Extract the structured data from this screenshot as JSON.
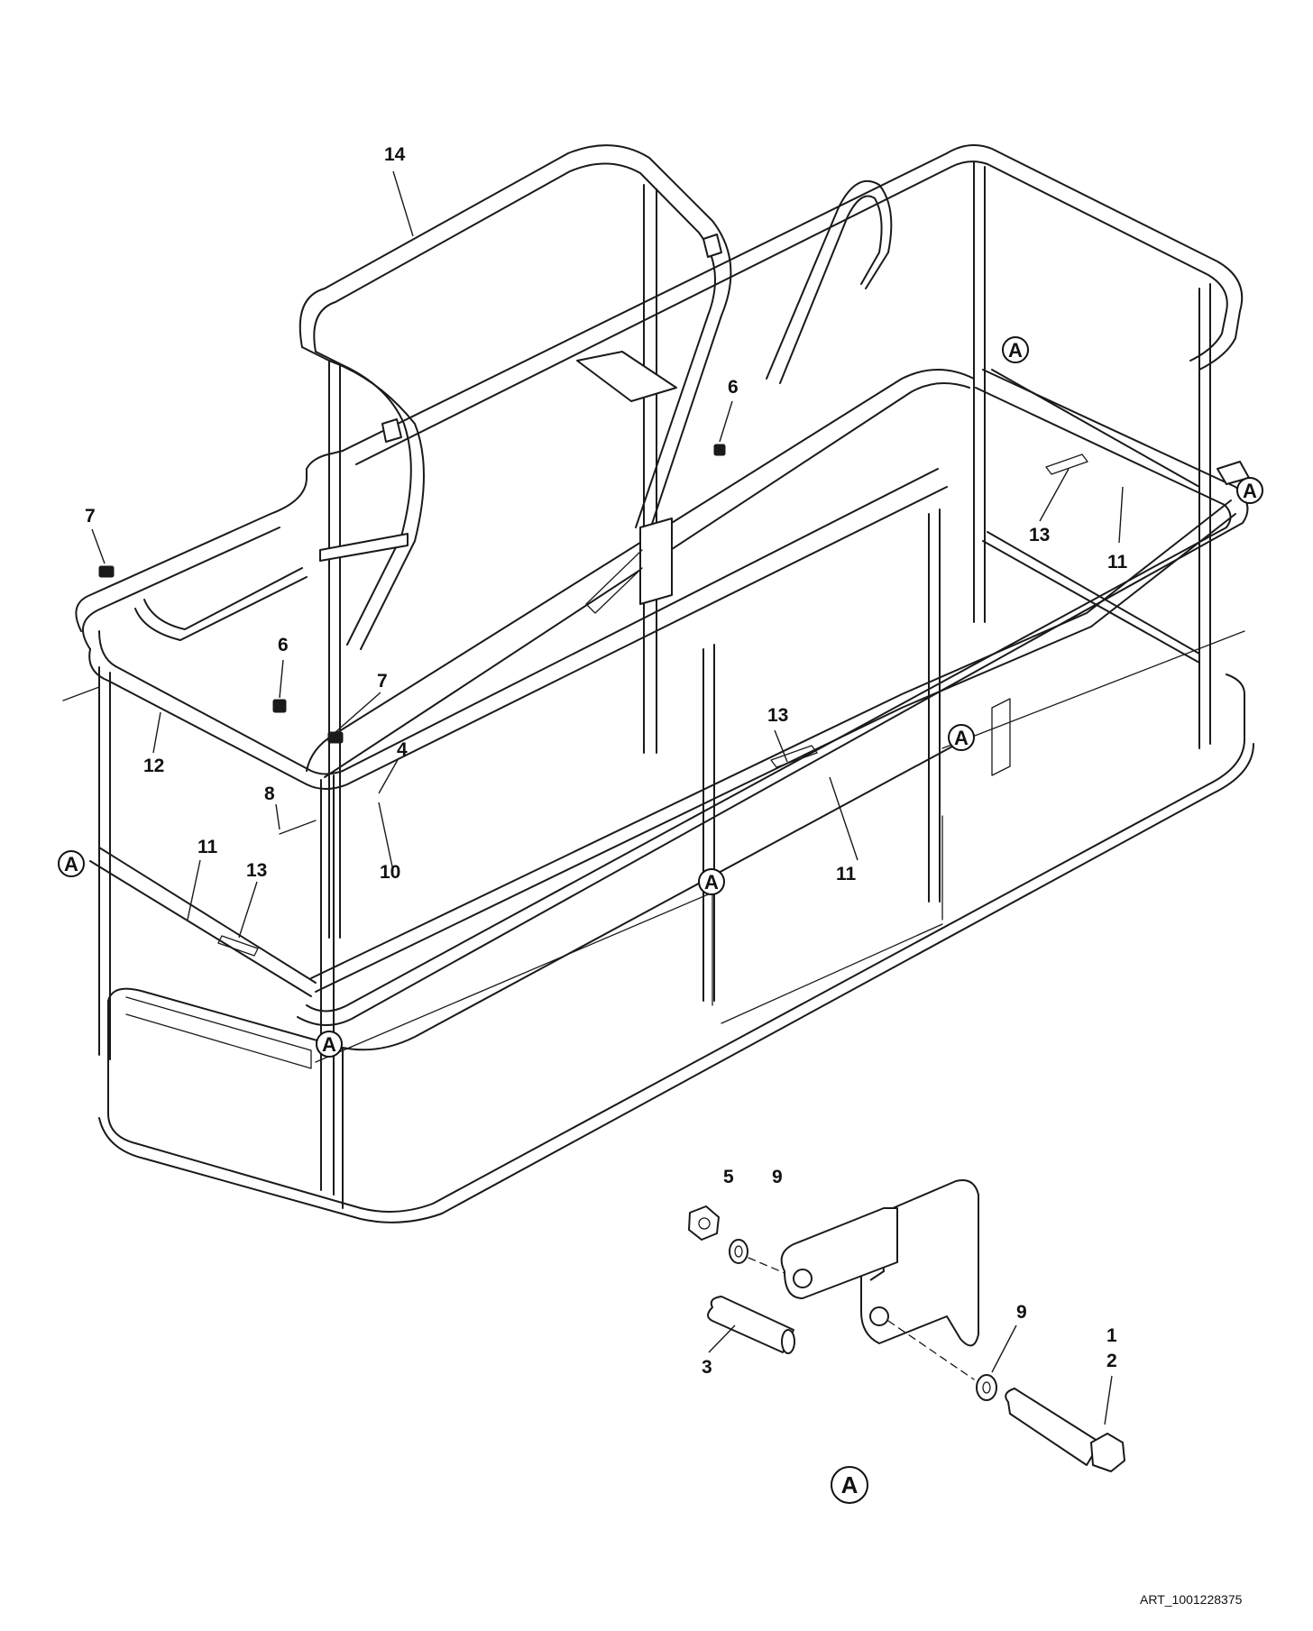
{
  "figure": {
    "art_number": "ART_1001228375",
    "callouts": [
      {
        "id": "c14",
        "text": "14"
      },
      {
        "id": "c6a",
        "text": "6"
      },
      {
        "id": "c6b",
        "text": "6"
      },
      {
        "id": "c7a",
        "text": "7"
      },
      {
        "id": "c7b",
        "text": "7"
      },
      {
        "id": "c13a",
        "text": "13"
      },
      {
        "id": "c13b",
        "text": "13"
      },
      {
        "id": "c13c",
        "text": "13"
      },
      {
        "id": "c11a",
        "text": "11"
      },
      {
        "id": "c11b",
        "text": "11"
      },
      {
        "id": "c11c",
        "text": "11"
      },
      {
        "id": "c12",
        "text": "12"
      },
      {
        "id": "c8",
        "text": "8"
      },
      {
        "id": "c4",
        "text": "4"
      },
      {
        "id": "c10",
        "text": "10"
      },
      {
        "id": "c5",
        "text": "5"
      },
      {
        "id": "c9a",
        "text": "9"
      },
      {
        "id": "c9b",
        "text": "9"
      },
      {
        "id": "c3",
        "text": "3"
      },
      {
        "id": "c1",
        "text": "1"
      },
      {
        "id": "c2",
        "text": "2"
      }
    ],
    "detail_markers": [
      {
        "id": "A1",
        "text": "A"
      },
      {
        "id": "A2",
        "text": "A"
      },
      {
        "id": "A3",
        "text": "A"
      },
      {
        "id": "A4",
        "text": "A"
      },
      {
        "id": "A5",
        "text": "A"
      },
      {
        "id": "A6",
        "text": "A"
      }
    ],
    "detail_view_label": "A"
  }
}
